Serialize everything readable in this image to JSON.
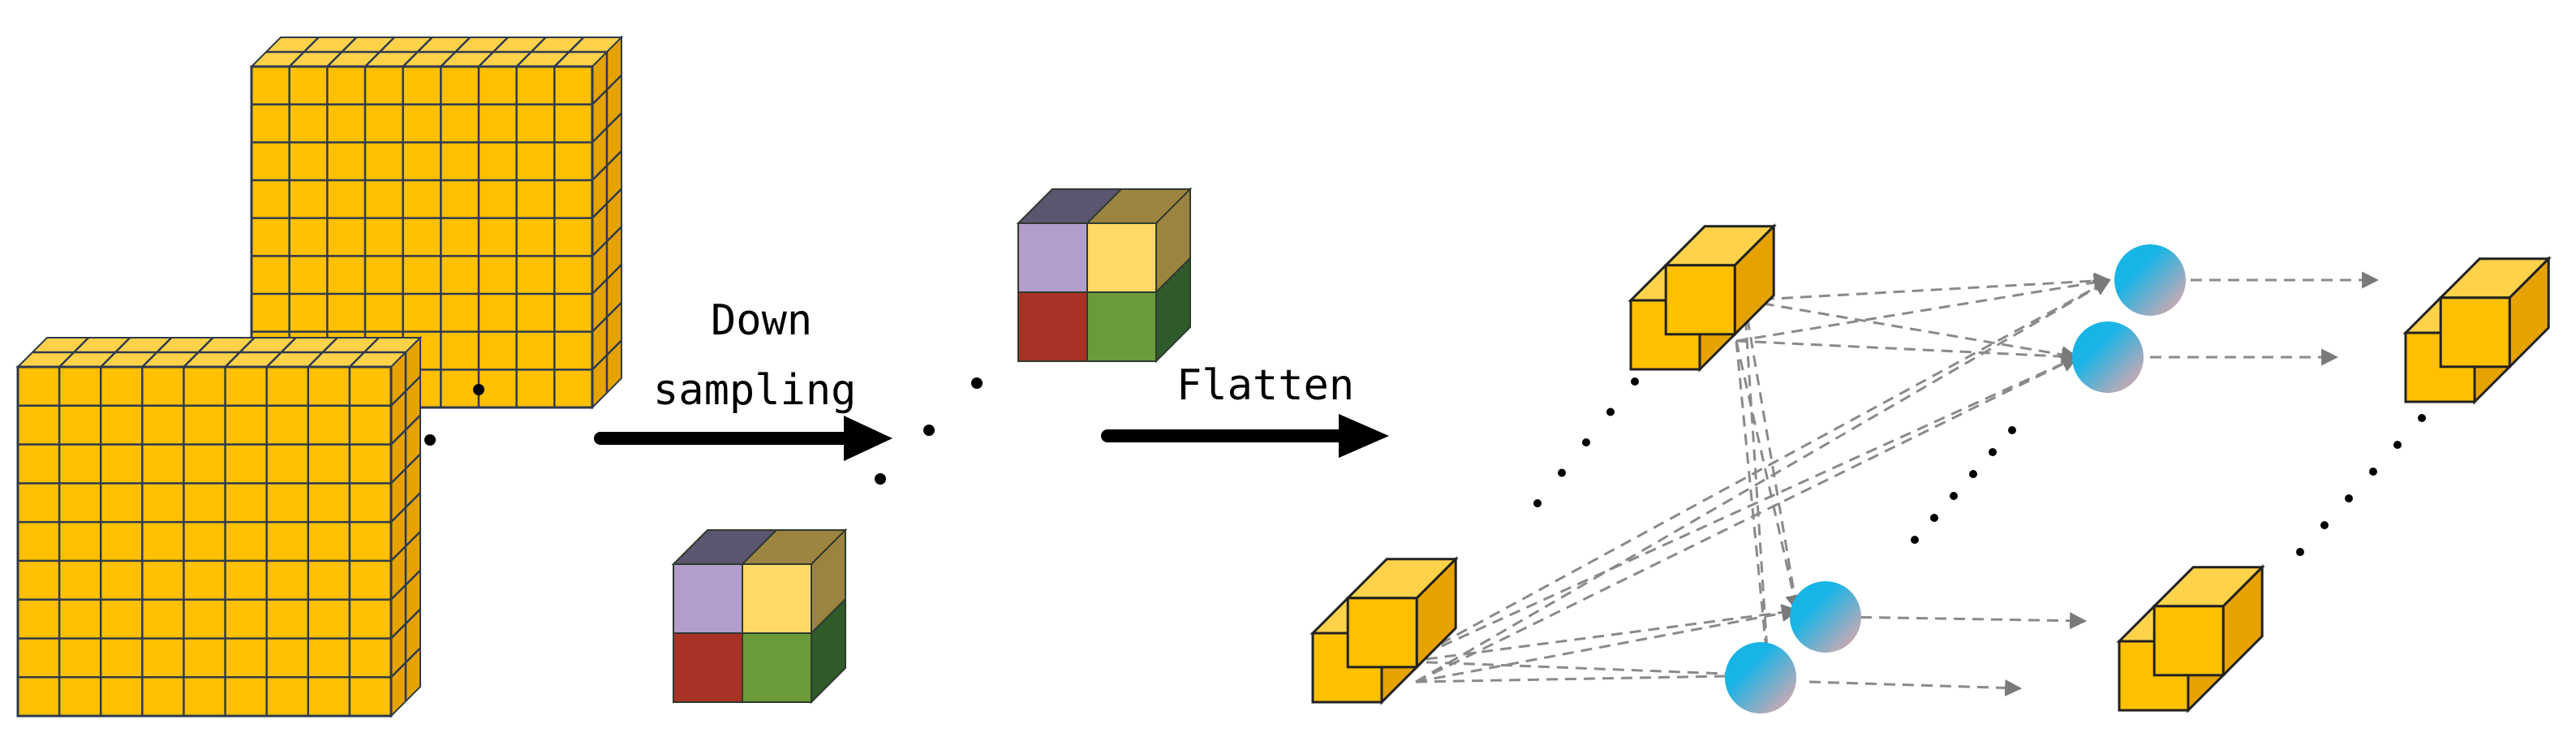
{
  "labels": {
    "down": "Down",
    "sampling": "sampling",
    "flatten": "Flatten"
  },
  "colors": {
    "cube_face": "#FFC000",
    "cube_side": "#E6A300",
    "cube_top": "#FFD24A",
    "grid_line": "#2E3A4E",
    "pool_purple": "#B39DCB",
    "pool_yellow": "#FFD966",
    "pool_red": "#A93226",
    "pool_green": "#6A9A3A",
    "pool_top_dark": "#5B5670",
    "pool_top_olive": "#9C8440",
    "pool_side_dark": "#2F5A2A",
    "pool_side_olive": "#9C8440",
    "node_blue": "#19B4E6",
    "node_pink": "#F4A6A6",
    "arrow": "#000000",
    "dashed_arrow": "#888888"
  }
}
